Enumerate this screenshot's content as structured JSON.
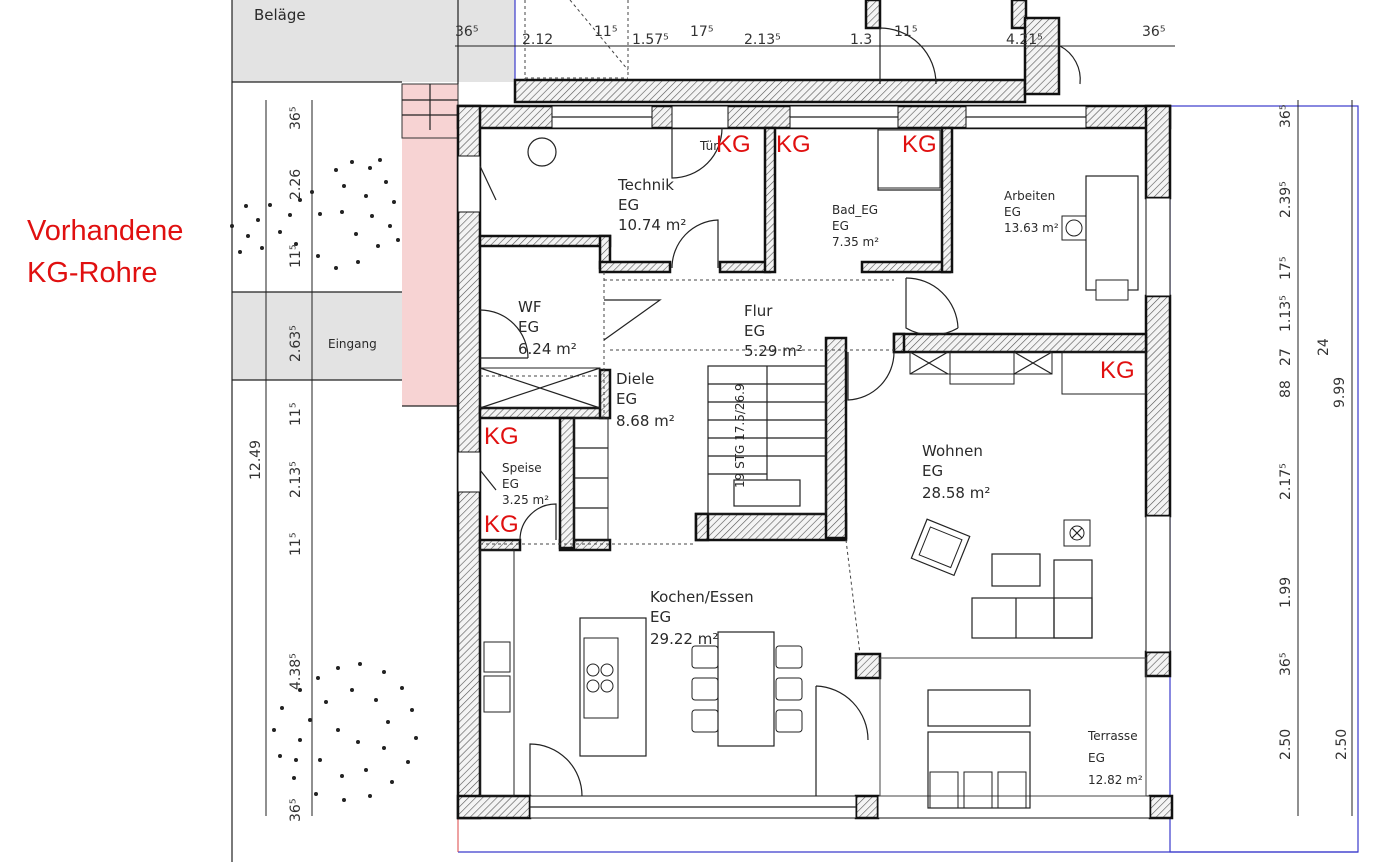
{
  "note": {
    "line1": "Vorhandene",
    "line2": "KG-Rohre"
  },
  "outside": {
    "belaege": "Beläge",
    "eingang": "Eingang"
  },
  "rooms": {
    "technik": {
      "name": "Technik",
      "floor": "EG",
      "area": "10.74 m²"
    },
    "bad": {
      "name": "Bad_EG",
      "floor": "EG",
      "area": "7.35 m²"
    },
    "arbeiten": {
      "name": "Arbeiten",
      "floor": "EG",
      "area": "13.63 m²"
    },
    "wf": {
      "name": "WF",
      "floor": "EG",
      "area": "6.24 m²"
    },
    "flur": {
      "name": "Flur",
      "floor": "EG",
      "area": "5.29 m²"
    },
    "diele": {
      "name": "Diele",
      "floor": "EG",
      "area": "8.68 m²"
    },
    "speise": {
      "name": "Speise",
      "floor": "EG",
      "area": "3.25 m²"
    },
    "wohnen": {
      "name": "Wohnen",
      "floor": "EG",
      "area": "28.58 m²"
    },
    "kochen": {
      "name": "Kochen/Essen",
      "floor": "EG",
      "area": "29.22 m²"
    },
    "terrasse": {
      "name": "Terrasse",
      "floor": "EG",
      "area": "12.82 m²"
    },
    "tur": "Tür",
    "stair": "19 STG 17.5/26.9"
  },
  "kg_label": "KG",
  "dims": {
    "top": [
      "36⁵",
      "2.12",
      "11⁵",
      "1.57⁵",
      "17⁵",
      "2.13⁵",
      "1.3",
      "11⁵",
      "4.21⁵",
      "36⁵"
    ],
    "left_inner": [
      "36⁵",
      "2.26",
      "11⁵",
      "2.63⁵",
      "11⁵",
      "2.13⁵",
      "11⁵",
      "4.38⁵",
      "36⁵"
    ],
    "left_total": "12.49",
    "right_inner": [
      "36⁵",
      "2.39⁵",
      "17⁵",
      "1.13⁵",
      "27",
      "88",
      "2.17⁵",
      "1.99",
      "36⁵",
      "2.50"
    ],
    "right_mid": "24",
    "right_total": "9.99",
    "right_outer": "2.50"
  }
}
